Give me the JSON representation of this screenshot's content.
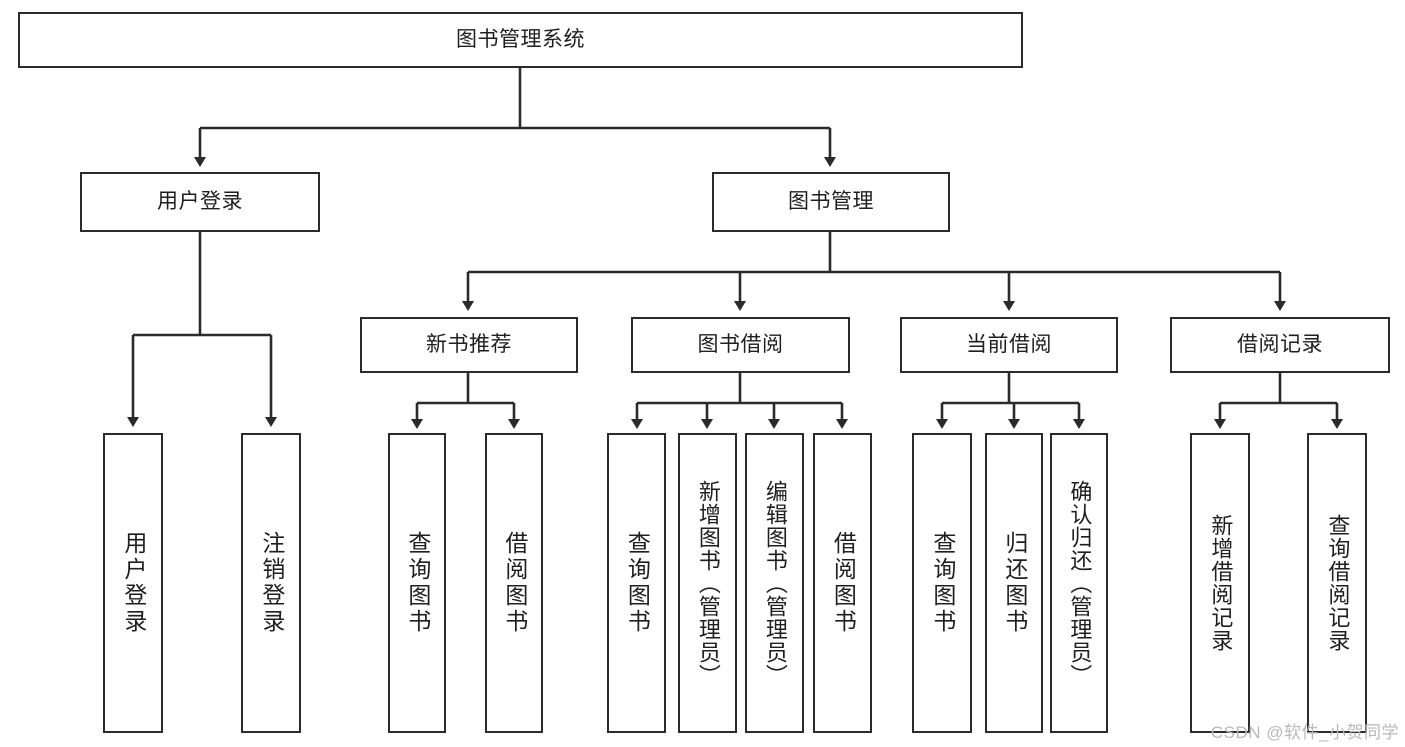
{
  "diagram": {
    "title": "图书管理系统",
    "type": "tree",
    "root": {
      "id": "root",
      "label": "图书管理系统"
    },
    "level2": [
      {
        "id": "user-login",
        "label": "用户登录"
      },
      {
        "id": "book-management",
        "label": "图书管理"
      }
    ],
    "level3": [
      {
        "id": "new-book-recommend",
        "label": "新书推荐"
      },
      {
        "id": "book-borrow",
        "label": "图书借阅"
      },
      {
        "id": "current-borrow",
        "label": "当前借阅"
      },
      {
        "id": "borrow-record",
        "label": "借阅记录"
      }
    ],
    "leaves": [
      {
        "id": "leaf-user-login",
        "label": "用户登录",
        "parent": "user-login"
      },
      {
        "id": "leaf-logout",
        "label": "注销登录",
        "parent": "user-login"
      },
      {
        "id": "leaf-query-book-1",
        "label": "查询图书",
        "parent": "new-book-recommend"
      },
      {
        "id": "leaf-borrow-book-1",
        "label": "借阅图书",
        "parent": "new-book-recommend"
      },
      {
        "id": "leaf-query-book-2",
        "label": "查询图书",
        "parent": "book-borrow"
      },
      {
        "id": "leaf-add-book",
        "label": "新增图书（管理员）",
        "parent": "book-borrow"
      },
      {
        "id": "leaf-edit-book",
        "label": "编辑图书（管理员）",
        "parent": "book-borrow"
      },
      {
        "id": "leaf-borrow-book-2",
        "label": "借阅图书",
        "parent": "book-borrow"
      },
      {
        "id": "leaf-query-book-3",
        "label": "查询图书",
        "parent": "current-borrow"
      },
      {
        "id": "leaf-return-book",
        "label": "归还图书",
        "parent": "current-borrow"
      },
      {
        "id": "leaf-confirm-return",
        "label": "确认归还（管理员）",
        "parent": "current-borrow"
      },
      {
        "id": "leaf-add-record",
        "label": "新增借阅记录",
        "parent": "borrow-record"
      },
      {
        "id": "leaf-query-record",
        "label": "查询借阅记录",
        "parent": "borrow-record"
      }
    ],
    "watermark": "CSDN @软件_小贺同学",
    "colors": {
      "stroke": "#2b2b2b",
      "fill": "#ffffff",
      "text": "#1f1f1f",
      "watermark": "#b9b9b9"
    }
  }
}
